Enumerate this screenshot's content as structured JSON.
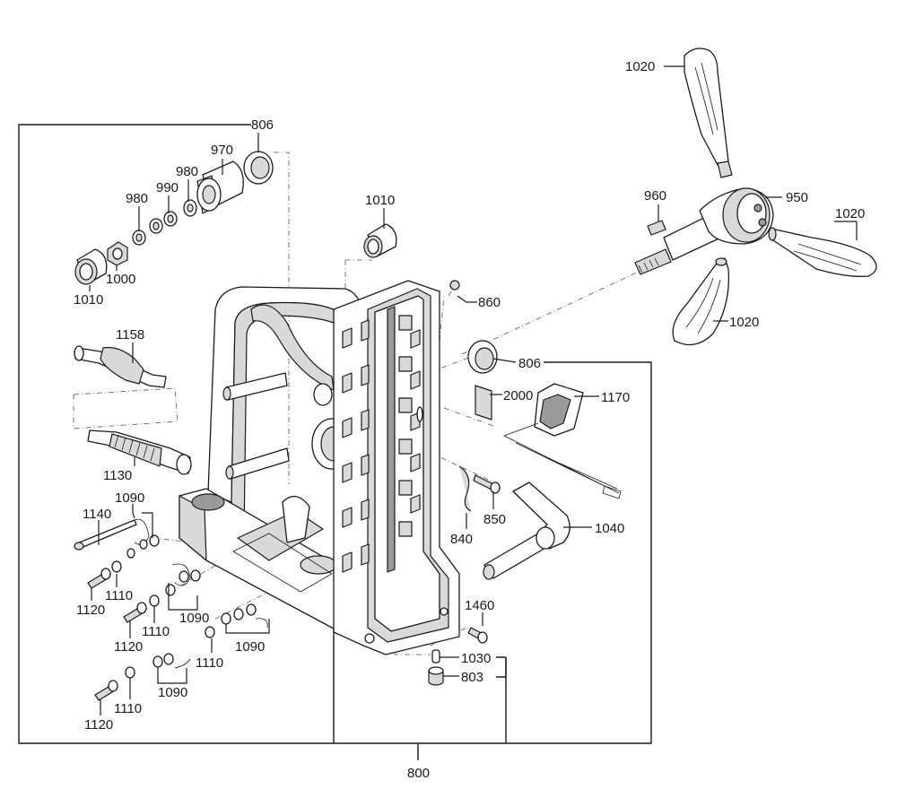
{
  "assembly": {
    "label": "800"
  },
  "labels": {
    "l1020a": "1020",
    "l1020b": "1020",
    "l1020c": "1020",
    "l806a": "806",
    "l806b": "806",
    "l970": "970",
    "l980a": "980",
    "l990": "990",
    "l980b": "980",
    "l1010a": "1010",
    "l1010b": "1010",
    "l1000": "1000",
    "l960": "960",
    "l950": "950",
    "l860": "860",
    "l2000": "2000",
    "l1170": "1170",
    "l1158": "1158",
    "l1130": "1130",
    "l1090a": "1090",
    "l1090b": "1090",
    "l1090c": "1090",
    "l1090d": "1090",
    "l1140": "1140",
    "l1110a": "1110",
    "l1110b": "1110",
    "l1110c": "1110",
    "l1110d": "1110",
    "l1120a": "1120",
    "l1120b": "1120",
    "l1120c": "1120",
    "l850": "850",
    "l840": "840",
    "l1040": "1040",
    "l1460": "1460",
    "l1030": "1030",
    "l803": "803"
  }
}
